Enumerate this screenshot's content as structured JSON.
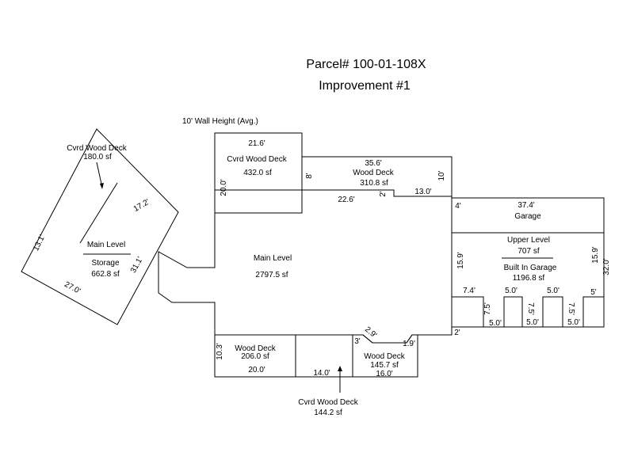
{
  "header": {
    "parcel": "Parcel# 100-01-108X",
    "improvement": "Improvement #1",
    "wall_height": "10' Wall Height (Avg.)"
  },
  "areas": {
    "main_name": "Main Level",
    "main_area": "2797.5 sf",
    "cvrd_deck_top_name": "Cvrd Wood Deck",
    "cvrd_deck_top_area": "432.0 sf",
    "wood_deck_top_name": "Wood Deck",
    "wood_deck_top_area": "310.8 sf",
    "garage_name": "Garage",
    "upper_level_name": "Upper Level",
    "upper_level_area": "707 sf",
    "built_in_garage_name": "Built In Garage",
    "built_in_garage_area": "1196.8 sf",
    "wood_deck_bl_name": "Wood Deck",
    "wood_deck_bl_area": "206.0 sf",
    "wood_deck_br_name": "Wood Deck",
    "wood_deck_br_area": "145.7 sf",
    "cvrd_deck_bottom_name": "Cvrd Wood Deck",
    "cvrd_deck_bottom_area": "144.2 sf",
    "cvrd_deck_left_name": "Cvrd Wood Deck",
    "cvrd_deck_left_area": "180.0 sf",
    "storage_upper_name": "Main Level",
    "storage_name": "Storage",
    "storage_area": "662.8 sf"
  },
  "dims": {
    "d_21_6": "21.6'",
    "d_20_0_left": "20.0'",
    "d_35_6": "35.6'",
    "d_8": "8'",
    "d_10": "10'",
    "d_22_6": "22.6'",
    "d_2_top": "2'",
    "d_13_0": "13.0'",
    "d_4": "4'",
    "d_37_4": "37.4'",
    "d_15_9_left": "15.9'",
    "d_15_9_right": "15.9'",
    "d_32_0": "32.0'",
    "d_7_4": "7.4'",
    "d_7_5_a": "7.5'",
    "d_5_0_a": "5.0'",
    "d_5_0_b": "5.0'",
    "d_7_5_b": "7.5'",
    "d_5_0_c": "5.0'",
    "d_5_0_d": "5.0'",
    "d_7_5_c": "7.5'",
    "d_5_0_e": "5.0'",
    "d_5": "5'",
    "d_2_bottom": "2'",
    "d_2_9": "2.9'",
    "d_3": "3'",
    "d_1_9": "1.9'",
    "d_16_0": "16.0'",
    "d_14_0": "14.0'",
    "d_10_3": "10.3'",
    "d_20_0_bottom": "20.0'",
    "d_13_1": "13.1'",
    "d_17_2": "17.2'",
    "d_31_1": "31.1'",
    "d_27_0": "27.0'"
  }
}
